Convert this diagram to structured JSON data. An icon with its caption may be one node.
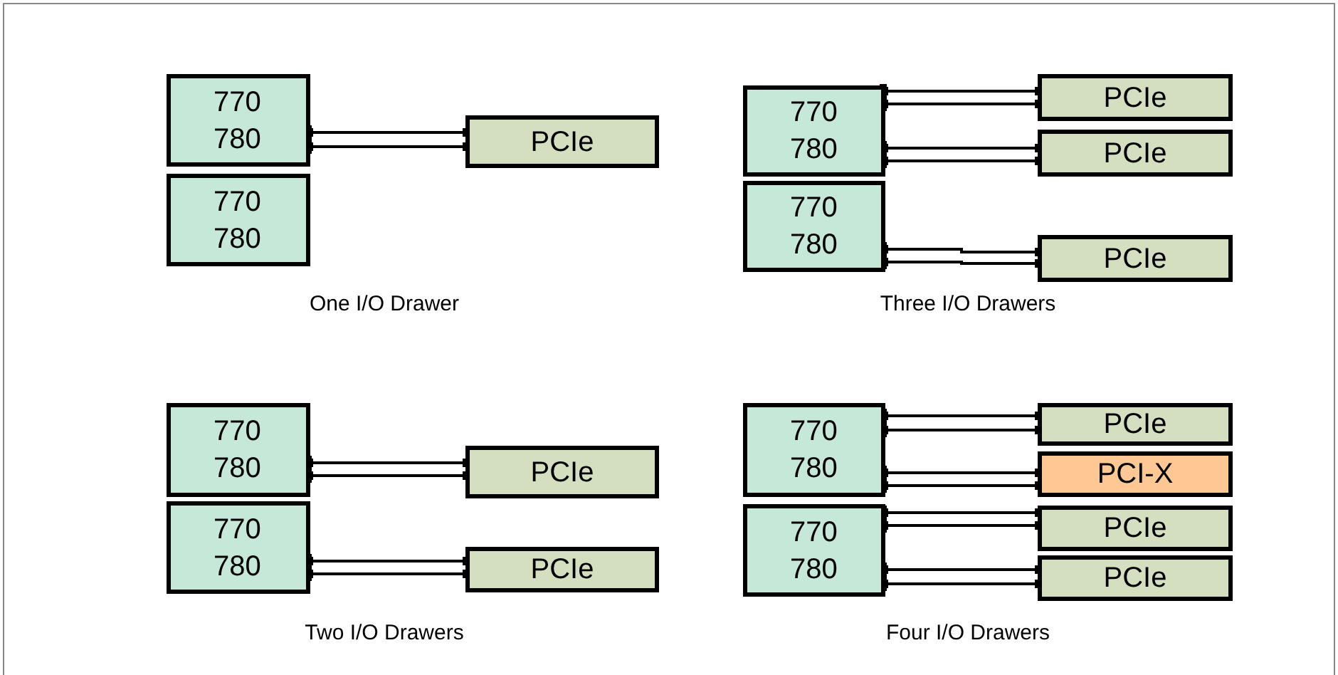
{
  "diagram": {
    "nodes": [
      {
        "text": [
          "770",
          "780"
        ]
      },
      {
        "text": [
          "770",
          "780"
        ]
      },
      {
        "text": [
          "PCIe"
        ]
      },
      {
        "text": [
          "770",
          "780"
        ]
      },
      {
        "text": [
          "770",
          "780"
        ]
      },
      {
        "text": [
          "PCIe"
        ]
      },
      {
        "text": [
          "PCIe"
        ]
      },
      {
        "text": [
          "PCIe"
        ]
      },
      {
        "text": [
          "770",
          "780"
        ]
      },
      {
        "text": [
          "770",
          "780"
        ]
      },
      {
        "text": [
          "PCIe"
        ]
      },
      {
        "text": [
          "PCIe"
        ]
      },
      {
        "text": [
          "770",
          "780"
        ]
      },
      {
        "text": [
          "770",
          "780"
        ]
      },
      {
        "text": [
          "PCIe"
        ]
      },
      {
        "text": [
          "PCI-X"
        ]
      },
      {
        "text": [
          "PCIe"
        ]
      },
      {
        "text": [
          "PCIe"
        ]
      }
    ],
    "edges": [
      {
        "from": 0,
        "to": 2,
        "arrow": "other"
      },
      {
        "from": 0,
        "to": 2,
        "arrow": "other"
      },
      {
        "from": 3,
        "to": 5,
        "arrow": "other"
      },
      {
        "from": 3,
        "to": 5,
        "arrow": "other"
      },
      {
        "from": 3,
        "to": 6,
        "arrow": "other"
      },
      {
        "from": 3,
        "to": 6,
        "arrow": "other"
      },
      {
        "from": 4,
        "to": 7,
        "arrow": "other"
      },
      {
        "from": 4,
        "to": 7,
        "arrow": "other"
      },
      {
        "from": 8,
        "to": 10,
        "arrow": "other"
      },
      {
        "from": 8,
        "to": 10,
        "arrow": "other"
      },
      {
        "from": 9,
        "to": 11,
        "arrow": "other"
      },
      {
        "from": 9,
        "to": 11,
        "arrow": "other"
      },
      {
        "from": 12,
        "to": 14,
        "arrow": "other"
      },
      {
        "from": 12,
        "to": 14,
        "arrow": "other"
      },
      {
        "from": 12,
        "to": 15,
        "arrow": "other"
      },
      {
        "from": 12,
        "to": 15,
        "arrow": "other"
      },
      {
        "from": 13,
        "to": 16,
        "arrow": "other"
      },
      {
        "from": 13,
        "to": 16,
        "arrow": "other"
      },
      {
        "from": 13,
        "to": 17,
        "arrow": "other"
      },
      {
        "from": 13,
        "to": 17,
        "arrow": "other"
      }
    ],
    "labels": [
      "One I/O Drawer",
      "Three I/O Drawers",
      "Two I/O Drawers",
      "Four I/O Drawers"
    ]
  }
}
